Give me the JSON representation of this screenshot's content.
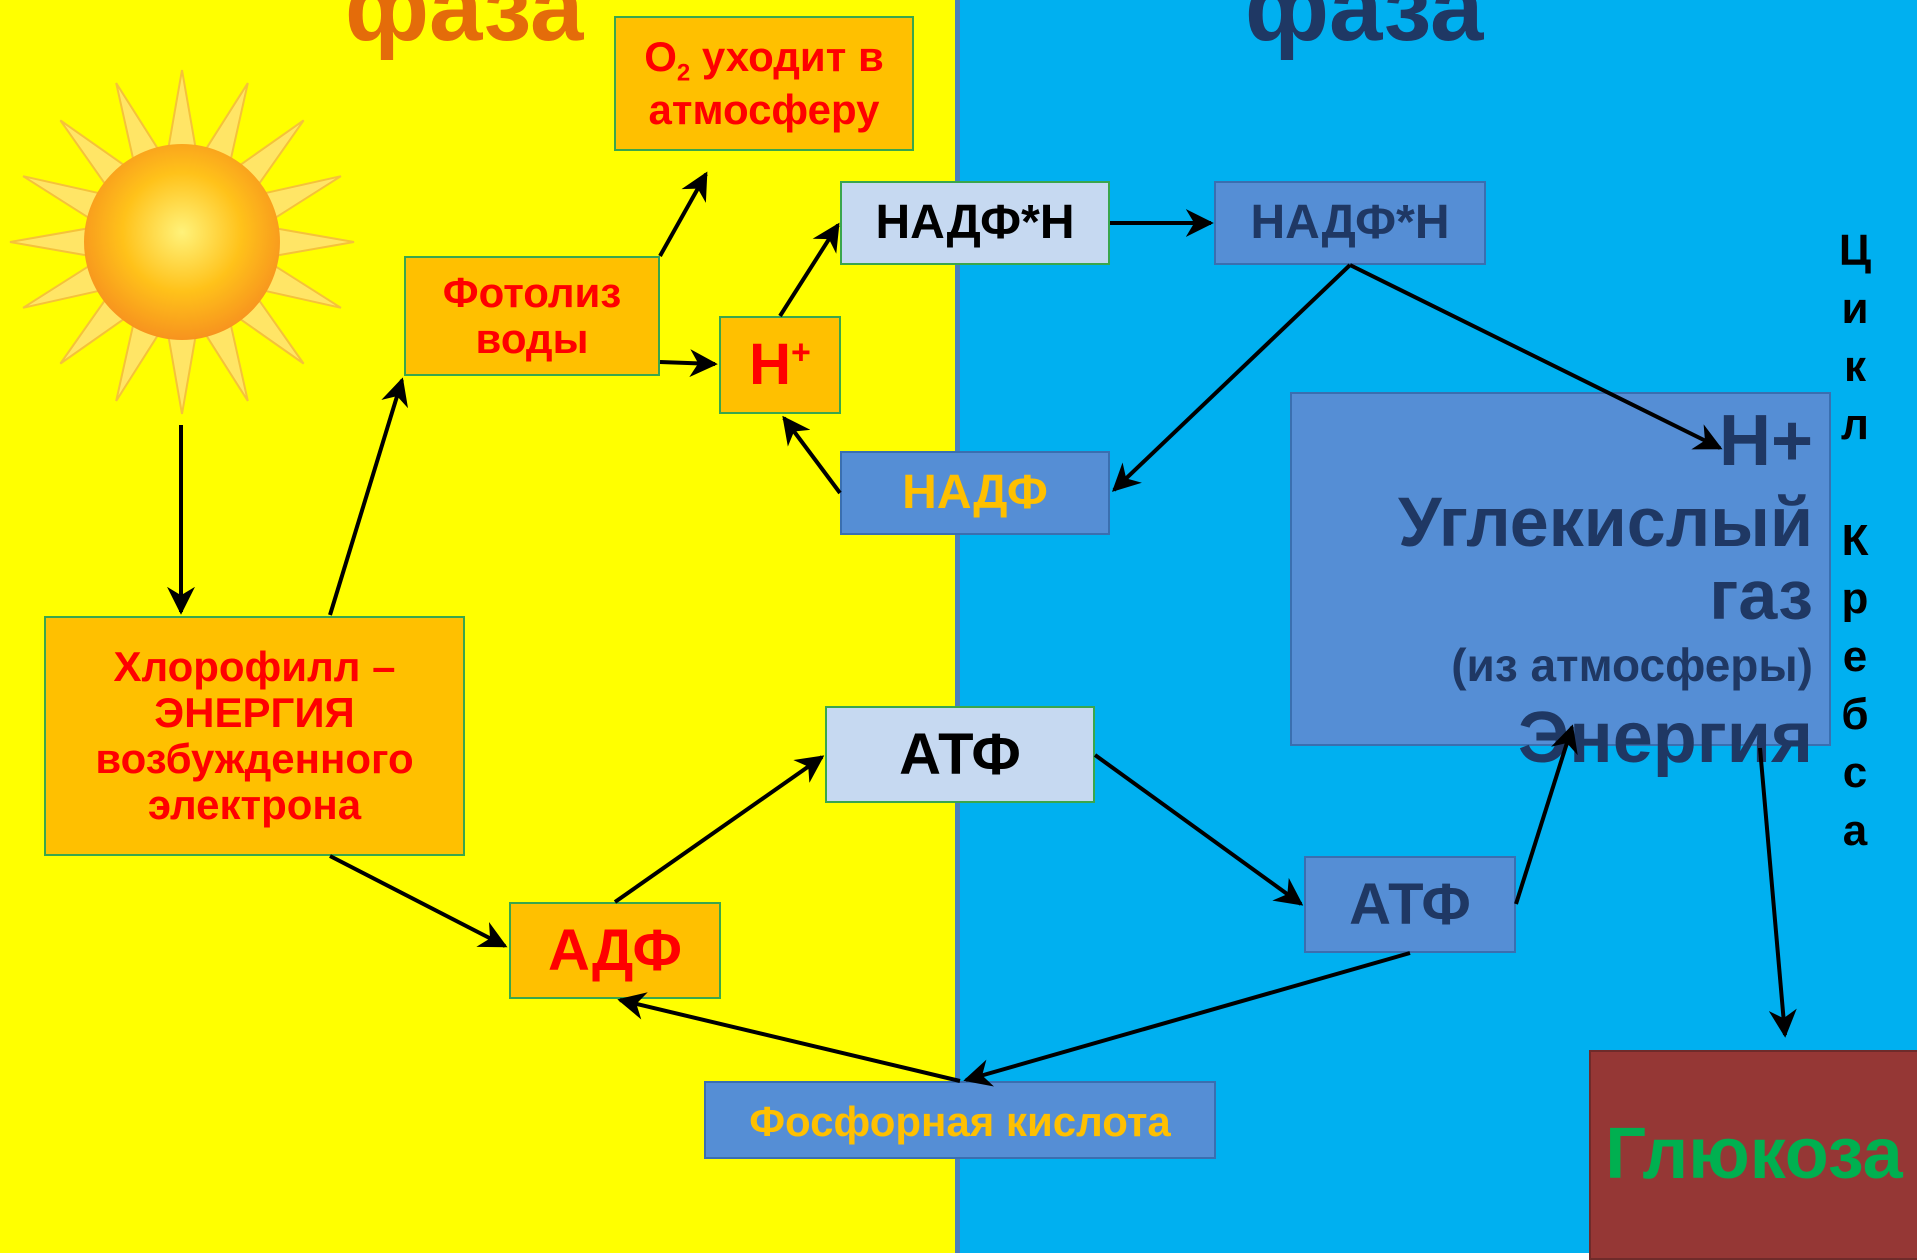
{
  "phases": {
    "light_title": "фаза",
    "dark_title": "фаза"
  },
  "light": {
    "o2": {
      "sym": "О",
      "sub": "2",
      "rest": " уходит в атмосферу"
    },
    "photolysis": "Фотолиз воды",
    "h_plus": {
      "base": "Н",
      "sup": "+"
    },
    "nadph": "НАДФ*Н",
    "nadp": "НАДФ",
    "chlorophyll": "Хлорофилл – ЭНЕРГИЯ возбужденного электрона",
    "adp": "АДФ",
    "atp": "АТФ",
    "phosphoric": "Фосфорная кислота"
  },
  "dark": {
    "nadph": "НАДФ*Н",
    "big_h": "Н+",
    "co2": "Углекислый газ",
    "co2_note": "(из атмосферы)",
    "energy": "Энергия",
    "atp": "АТФ",
    "glucose": "Глюкоза",
    "krebs": "Цикл Кребса"
  },
  "colors": {
    "light_bg": "#ffff00",
    "dark_bg": "#00b0f0",
    "box_orange": "#ffc000",
    "box_light_blue": "#c6d9f1",
    "box_mid_blue": "#558ed5",
    "glucose_bg": "#953735",
    "red_text": "#ff0000",
    "navy_text": "#1f3864",
    "gold_text": "#ffc000",
    "green_text": "#00b050"
  },
  "icons": {
    "sun": "sun-icon"
  }
}
